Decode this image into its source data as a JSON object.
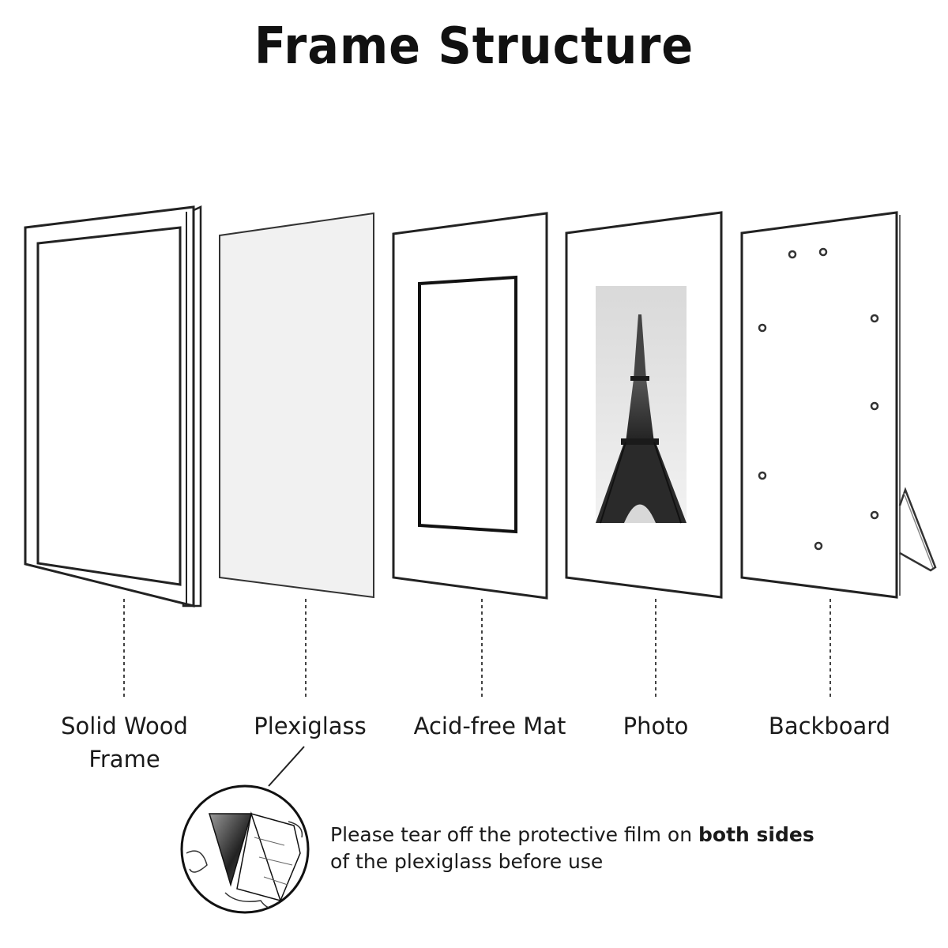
{
  "title": "Frame Structure",
  "layers": [
    {
      "label_line1": "Solid Wood",
      "label_line2": "Frame"
    },
    {
      "label_line1": "Plexiglass",
      "label_line2": ""
    },
    {
      "label_line1": "Acid-free Mat",
      "label_line2": ""
    },
    {
      "label_line1": "Photo",
      "label_line2": ""
    },
    {
      "label_line1": "Backboard",
      "label_line2": ""
    }
  ],
  "note": {
    "part1": "Please tear off the protective film on ",
    "bold": "both sides",
    "line2": "of the plexiglass before use"
  },
  "colors": {
    "outline": "#222222",
    "plexiglass_fill": "#f1f1f1",
    "text": "#1a1a1a"
  }
}
